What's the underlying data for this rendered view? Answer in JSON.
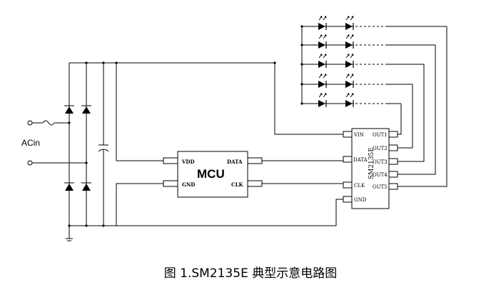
{
  "diagram": {
    "input_label": "ACin",
    "mcu": {
      "title": "MCU",
      "pins_left": [
        "VDD",
        "GND"
      ],
      "pins_right": [
        "DATA",
        "CLK"
      ]
    },
    "driver": {
      "name": "SM2135E",
      "pins_left": [
        "VIN",
        "DATA",
        "CLK",
        "GND"
      ],
      "pins_right": [
        "OUT1",
        "OUT2",
        "OUT3",
        "OUT4",
        "OUT5"
      ]
    },
    "led_rows": 5,
    "leds_per_row": 2
  },
  "caption": "图 1.SM2135E 典型示意电路图"
}
